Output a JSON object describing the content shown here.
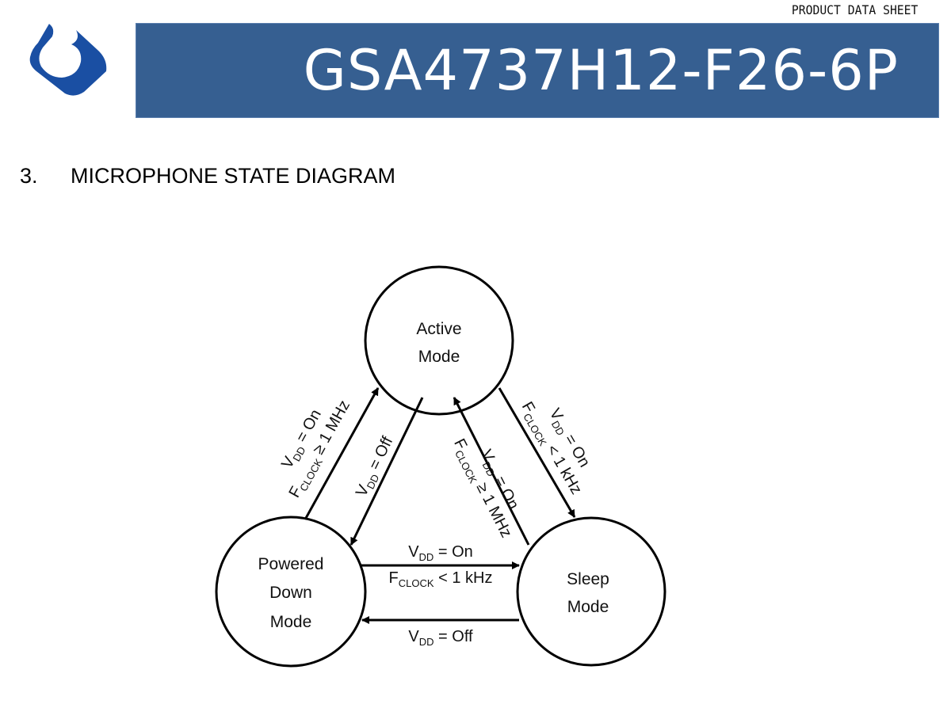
{
  "header": {
    "doc_type": "PRODUCT DATA SHEET",
    "part_number": "GSA4737H12-F26-6P",
    "logo": "company-swirl-logo-icon",
    "band_color": "#365f91",
    "logo_color": "#1a4fa3"
  },
  "section": {
    "number": "3.",
    "title": "MICROPHONE STATE DIAGRAM"
  },
  "diagram": {
    "states": {
      "active": {
        "line1": "Active",
        "line2": "Mode"
      },
      "powered_down": {
        "line1": "Powered",
        "line2": "Down",
        "line3": "Mode"
      },
      "sleep": {
        "line1": "Sleep",
        "line2": "Mode"
      }
    },
    "transitions": {
      "pd_to_active": {
        "vdd_main": "V",
        "vdd_sub": "DD",
        "vdd_value": " = On",
        "f_main": "F",
        "f_sub": "CLOCK",
        "f_value": " ≥ 1 MHz"
      },
      "active_to_pd": {
        "vdd_main": "V",
        "vdd_sub": "DD",
        "vdd_value": " = Off"
      },
      "active_to_sleep": {
        "vdd_main": "V",
        "vdd_sub": "DD",
        "vdd_value": " = On",
        "f_main": "F",
        "f_sub": "CLOCK",
        "f_value": " < 1 kHz"
      },
      "sleep_to_active": {
        "vdd_main": "V",
        "vdd_sub": "DD",
        "vdd_value": " = On",
        "f_main": "F",
        "f_sub": "CLOCK",
        "f_value": " ≥ 1 MHz"
      },
      "pd_to_sleep": {
        "vdd_main": "V",
        "vdd_sub": "DD",
        "vdd_value": " = On",
        "f_main": "F",
        "f_sub": "CLOCK",
        "f_value": " < 1 kHz"
      },
      "sleep_to_pd": {
        "vdd_main": "V",
        "vdd_sub": "DD",
        "vdd_value": " = Off"
      }
    }
  }
}
